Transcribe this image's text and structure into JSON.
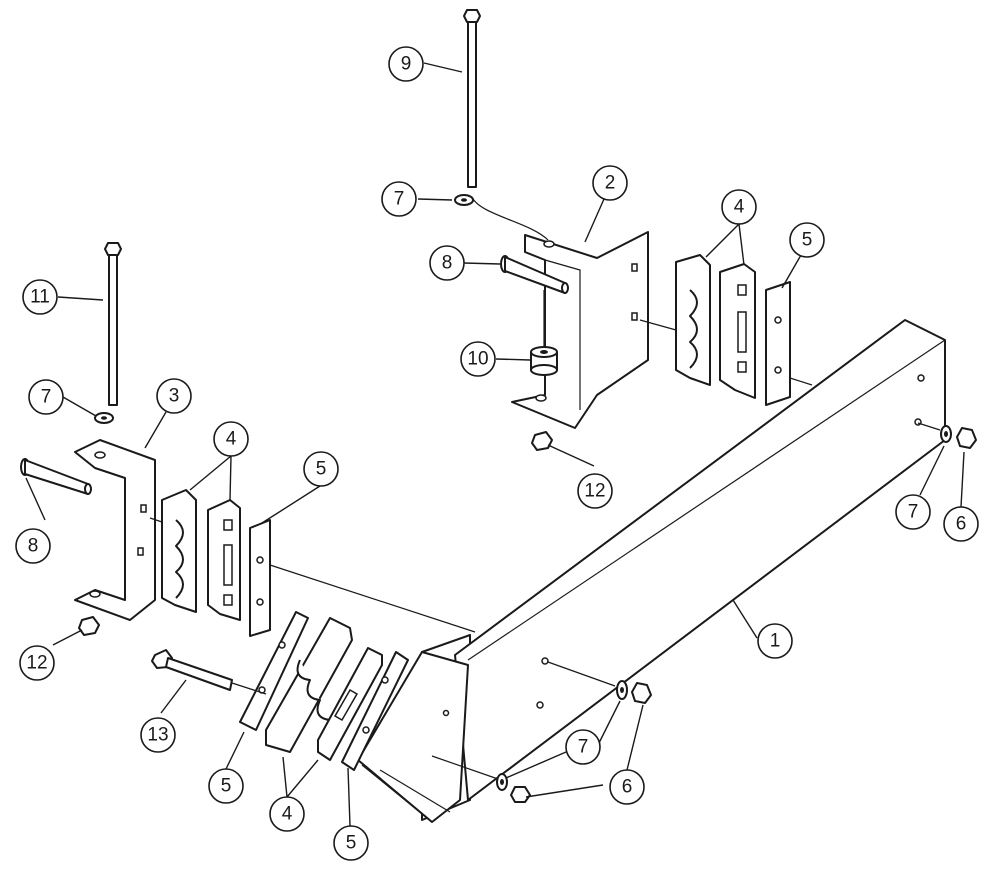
{
  "diagram": {
    "callouts": [
      {
        "id": "c1",
        "label": "1"
      },
      {
        "id": "c2",
        "label": "2"
      },
      {
        "id": "c3",
        "label": "3"
      },
      {
        "id": "c4a",
        "label": "4"
      },
      {
        "id": "c4b",
        "label": "4"
      },
      {
        "id": "c4c",
        "label": "4"
      },
      {
        "id": "c5a",
        "label": "5"
      },
      {
        "id": "c5b",
        "label": "5"
      },
      {
        "id": "c5c",
        "label": "5"
      },
      {
        "id": "c5d",
        "label": "5"
      },
      {
        "id": "c6a",
        "label": "6"
      },
      {
        "id": "c6b",
        "label": "6"
      },
      {
        "id": "c7a",
        "label": "7"
      },
      {
        "id": "c7b",
        "label": "7"
      },
      {
        "id": "c7c",
        "label": "7"
      },
      {
        "id": "c7d",
        "label": "7"
      },
      {
        "id": "c8a",
        "label": "8"
      },
      {
        "id": "c8b",
        "label": "8"
      },
      {
        "id": "c9",
        "label": "9"
      },
      {
        "id": "c10",
        "label": "10"
      },
      {
        "id": "c11",
        "label": "11"
      },
      {
        "id": "c12a",
        "label": "12"
      },
      {
        "id": "c12b",
        "label": "12"
      },
      {
        "id": "c13",
        "label": "13"
      }
    ]
  }
}
